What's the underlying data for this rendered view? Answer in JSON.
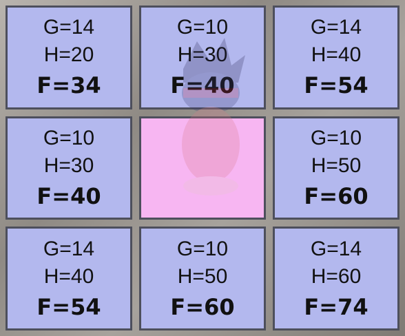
{
  "grid": {
    "cells": [
      {
        "g": "G=14",
        "h": "H=20",
        "f": "F=34"
      },
      {
        "g": "G=10",
        "h": "H=30",
        "f": "F=40"
      },
      {
        "g": "G=14",
        "h": "H=40",
        "f": "F=54"
      },
      {
        "g": "G=10",
        "h": "H=30",
        "f": "F=40"
      },
      {
        "g": "",
        "h": "",
        "f": ""
      },
      {
        "g": "G=10",
        "h": "H=50",
        "f": "F=60"
      },
      {
        "g": "G=14",
        "h": "H=40",
        "f": "F=54"
      },
      {
        "g": "G=10",
        "h": "H=50",
        "f": "F=60"
      },
      {
        "g": "G=14",
        "h": "H=60",
        "f": "F=74"
      }
    ],
    "colors": {
      "cell": "#b3b8ee",
      "start_cell": "#f7b6f2",
      "border": "#4d4f5c"
    }
  }
}
